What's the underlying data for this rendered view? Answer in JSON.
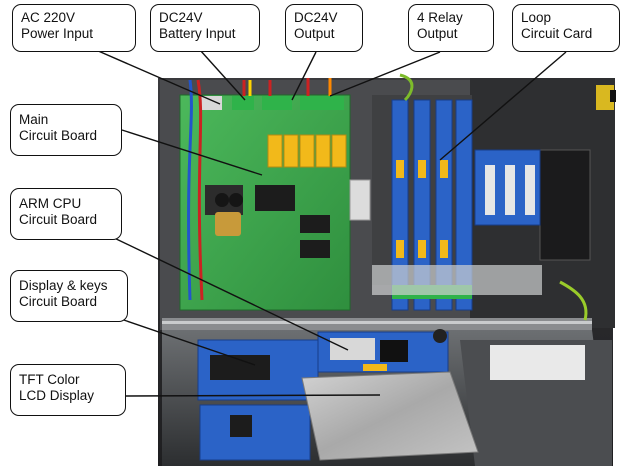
{
  "labels": {
    "ac_power": [
      "AC      220V",
      "Power Input"
    ],
    "dc_battery": [
      "DC24V",
      "Battery Input"
    ],
    "dc_output": [
      "DC24V",
      "Output"
    ],
    "relay_output": [
      "4 Relay",
      "Output"
    ],
    "loop_card": [
      "Loop",
      "Circuit Card"
    ],
    "main_board": [
      "Main",
      "Circuit Board"
    ],
    "arm_cpu": [
      "ARM CPU",
      "Circuit Board"
    ],
    "display_keys": [
      "Display & keys",
      "Circuit Board"
    ],
    "tft_lcd": [
      "TFT Color",
      "LCD Display"
    ]
  },
  "colors": {
    "cabinet": "#2a2a2c",
    "main_pcb": "#3aa34a",
    "loop_pcb": "#2b63c7",
    "relay": "#f2b91a",
    "lcd_plate": "#b9b9b9",
    "terminal": "#2fb34a"
  }
}
